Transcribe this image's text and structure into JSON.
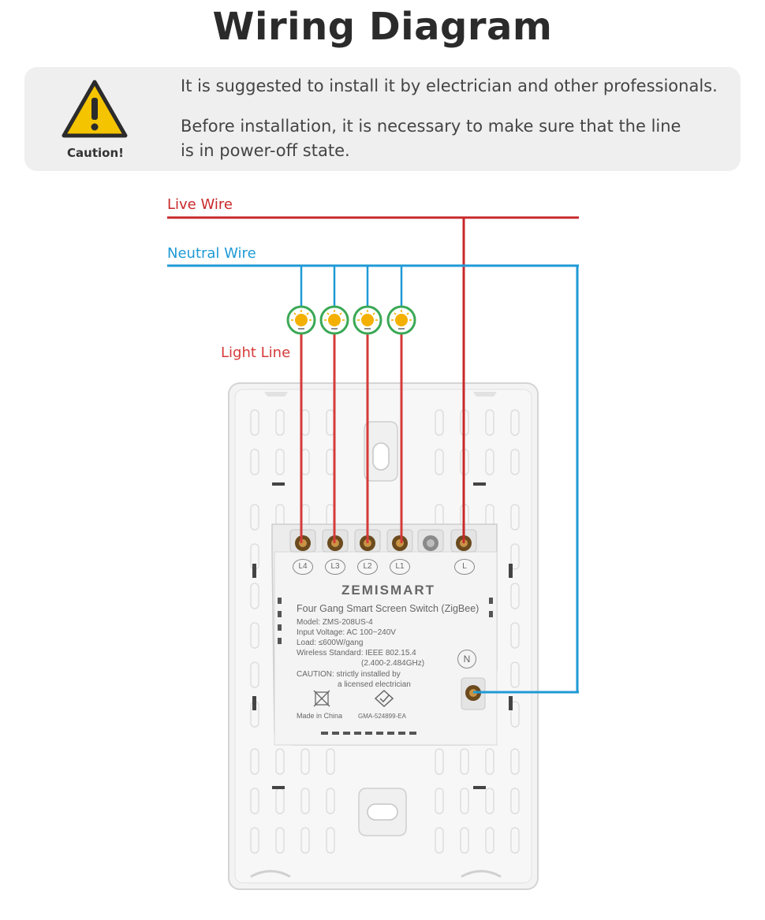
{
  "title": "Wiring Diagram",
  "caution": {
    "label": "Caution!",
    "line1": "It is suggested to install it by electrician and other professionals.",
    "line2": "Before installation, it is necessary to make sure that the line is in power-off state."
  },
  "wires": {
    "live_label": "Live Wire",
    "neutral_label": "Neutral Wire",
    "light_label": "Light Line",
    "live_color": "#c8282a",
    "neutral_color": "#1f9ad6",
    "light_color": "#d63a3a"
  },
  "device": {
    "brand": "ZEMISMART",
    "product": "Four Gang Smart Screen Switch (ZigBee)",
    "model": "Model: ZMS-208US-4",
    "input_voltage": "Input Voltage: AC 100~240V",
    "load": "Load: ≤600W/gang",
    "wireless_standard": "Wireless Standard: IEEE 802.15.4",
    "frequency": "(2.400-2.484GHz)",
    "caution_1": "CAUTION: strictly installed by",
    "caution_2": "a licensed electrician",
    "made_in": "Made in China",
    "certification": "GMA-524899-EA",
    "terminals": [
      "L4",
      "L3",
      "L2",
      "L1",
      "L"
    ],
    "neutral_terminal": "N"
  }
}
